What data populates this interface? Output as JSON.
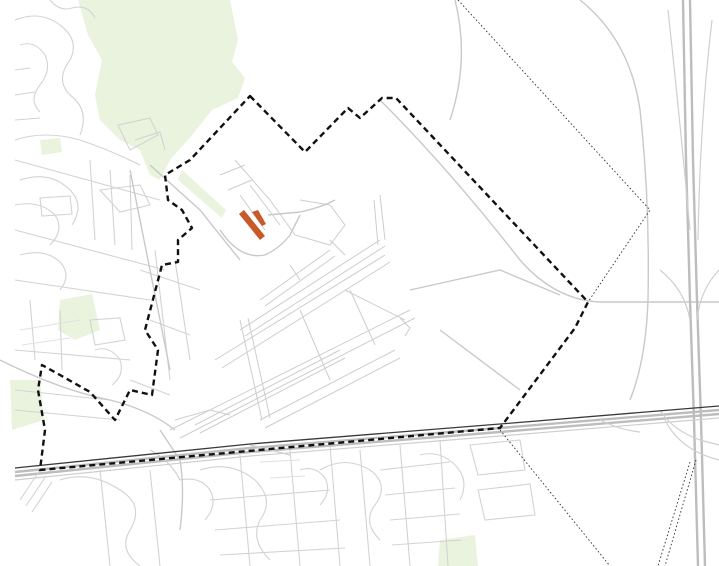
{
  "map": {
    "colors": {
      "background": "#ffffff",
      "green_space": "#e9f3dd",
      "street": "#d3d3d3",
      "highway": "#bdbdbd",
      "boundary": "#111111",
      "marker": "#c85a2a"
    },
    "layers": [
      "green-space",
      "streets",
      "highways",
      "airport-runways",
      "railway",
      "study-area-boundary",
      "municipal-boundary",
      "terminal-marker"
    ],
    "legend": null
  }
}
